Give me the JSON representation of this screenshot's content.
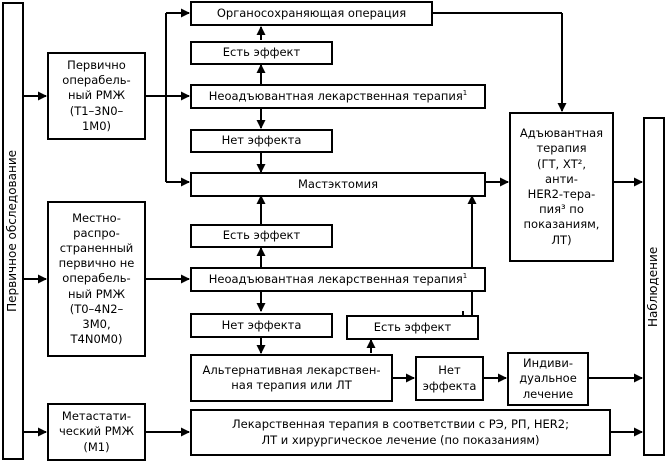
{
  "side": {
    "left": "Первичное обследование",
    "right": "Наблюдение"
  },
  "groups": {
    "primary": "Первично\nоперабель-\nный РМЖ\n(T1–3N0–\n1M0)",
    "locally_advanced": "Местно-\nраспро-\nстраненный\nпервично не\nоперабель-\nный РМЖ\n(T0–4N2–\n3M0,\nT4N0M0)",
    "metastatic": "Метастати-\nческий РМЖ\n(M1)"
  },
  "nodes": {
    "organ_sparing": "Органосохраняющая операция",
    "effect_top": "Есть эффект",
    "neoadj_top": "Неоадъювантная лекарственная терапия",
    "neoadj_top_sup": "1",
    "no_effect_top": "Нет эффекта",
    "mastectomy": "Мастэктомия",
    "effect_mid": "Есть эффект",
    "neoadj_bottom": "Неоадъювантная лекарственная терапия",
    "neoadj_bottom_sup": "1",
    "no_effect_mid": "Нет эффекта",
    "effect_right": "Есть эффект",
    "alternative": "Альтернативная лекарствен-\nная терапия или ЛТ",
    "no_effect_bottom": "Нет\nэффекта",
    "individual": "Индиви-\nдуальное\nлечение",
    "metastatic_treatment": "Лекарственная терапия в соответствии с РЭ, РП, HER2;\nЛТ и хирургическое лечение (по показаниям)",
    "adjuvant": "Адъювантная\nтерапия\n(ГТ, ХТ²,\nанти-\nHER2-тера-\nпия³ по\nпоказаниям,\nЛТ)"
  }
}
